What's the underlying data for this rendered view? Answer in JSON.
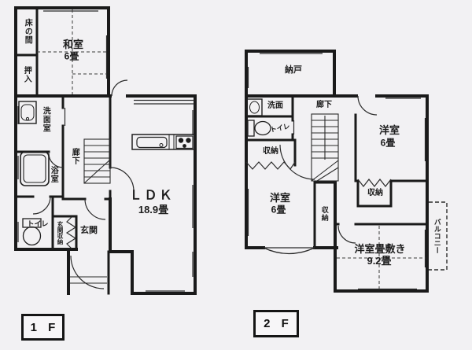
{
  "page": {
    "type_note": "Japanese house floor plan, two floors side by side",
    "colors": {
      "wall": "#1a1a1a",
      "paper": "#f2f1f3",
      "line": "#2a2a2a"
    }
  },
  "floor1": {
    "label": "1 F",
    "rooms": {
      "tokonoma": "床の間",
      "washitsu": "和室",
      "washitsu_size": "6畳",
      "oshiire": "押入",
      "senmenshitsu": "洗面室",
      "yokushitsu": "浴室",
      "rouka": "廊下",
      "toire": "トイレ",
      "genkan_shunou": "玄関収納",
      "genkan": "玄関",
      "ldk": "ＬＤＫ",
      "ldk_size": "18.9畳"
    }
  },
  "floor2": {
    "label": "2 F",
    "rooms": {
      "nando": "納戸",
      "senmen": "洗面",
      "rouka": "廊下",
      "toire": "トイレ",
      "shunou_west": "収納",
      "youshitsu_ne": "洋室",
      "youshitsu_ne_size": "6畳",
      "shunou_ne": "収納",
      "youshitsu_sw": "洋室",
      "youshitsu_sw_size": "6畳",
      "shunou_center": "収納",
      "youshitsu_tatami": "洋室畳敷き",
      "youshitsu_tatami_size": "9.2畳",
      "balcony": "バルコニー"
    }
  }
}
